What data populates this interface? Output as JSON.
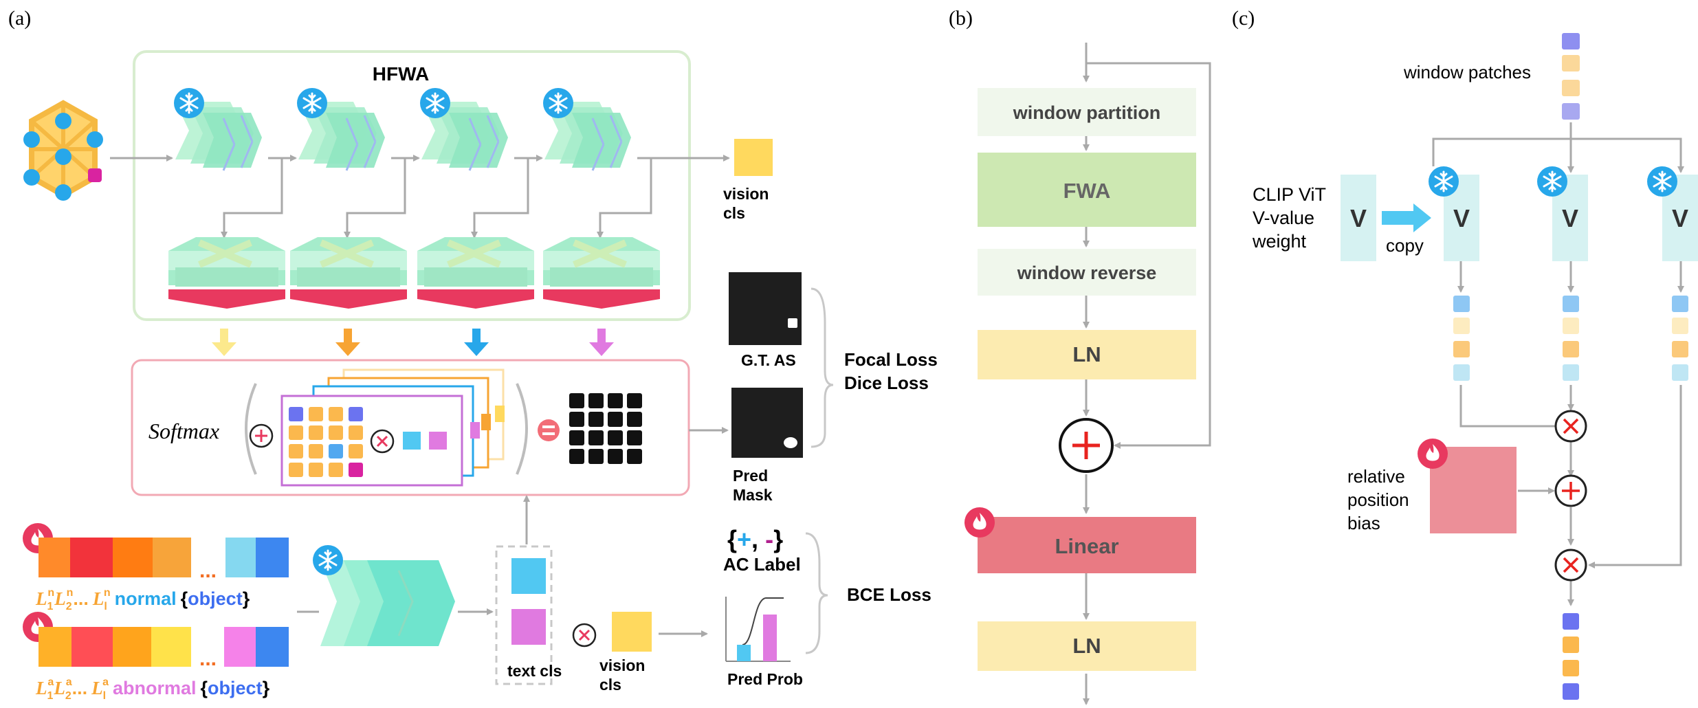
{
  "panels": {
    "a": "(a)",
    "b": "(b)",
    "c": "(c)"
  },
  "panel_a": {
    "hfwa_title": "HFWA",
    "vision_cls_1": "vision",
    "vision_cls_2": "cls",
    "softmax_label": "Softmax",
    "gt_as": "G.T. AS",
    "pred_mask_1": "Pred",
    "pred_mask_2": "Mask",
    "focal_loss": "Focal Loss",
    "dice_loss": "Dice Loss",
    "ac_label": "AC Label",
    "ac_brace_open": "{",
    "ac_plus": "+",
    "ac_comma": ",",
    "ac_minus": "-",
    "ac_brace_close": "}",
    "bce_loss": "BCE Loss",
    "pred_prob": "Pred Prob",
    "text_cls": "text cls",
    "vision_cls_b1": "vision",
    "vision_cls_b2": "cls",
    "dots": "...",
    "normal_prompt": {
      "tokens": "L",
      "token1_sub": "1",
      "token1_sup": "n",
      "token2_sub": "2",
      "token2_sup": "n",
      "ellipsis": "...",
      "tokenl_sub": "l",
      "tokenl_sup": "n",
      "word": "normal",
      "brace_open": "{",
      "object": "object",
      "brace_close": "}"
    },
    "abnormal_prompt": {
      "tokens": "L",
      "token1_sub": "1",
      "token1_sup": "a",
      "token2_sub": "2",
      "token2_sup": "a",
      "ellipsis": "...",
      "tokenl_sub": "l",
      "tokenl_sup": "a",
      "word": "abnormal",
      "brace_open": "{",
      "object": "object",
      "brace_close": "}"
    }
  },
  "panel_b": {
    "window_partition": "window partition",
    "fwa": "FWA",
    "window_reverse": "window reverse",
    "ln1": "LN",
    "linear": "Linear",
    "ln2": "LN"
  },
  "panel_c": {
    "window_patches": "window patches",
    "clip_1": "CLIP ViT",
    "clip_2": "V-value",
    "clip_3": "weight",
    "copy": "copy",
    "v": "V",
    "bias_1": "relative",
    "bias_2": "position",
    "bias_3": "bias"
  },
  "colors": {
    "green_frame": "#d8edcf",
    "pink_frame": "#f2a9b4",
    "mint": "#b9f0d3",
    "teal": "#7fe6d6",
    "yellow": "#ffd95e",
    "orange": "#f7a433",
    "blue": "#27a7ea",
    "violet": "#e07ae0",
    "red_bar": "#e8395f",
    "fwa_green": "#cde8b2",
    "ln_yellow": "#fcebb0",
    "linear_pink": "#e97a83",
    "light_green_box": "#f0f7ec",
    "v_cyan": "#d6f2f2",
    "bias_pink": "#ec8f98"
  }
}
